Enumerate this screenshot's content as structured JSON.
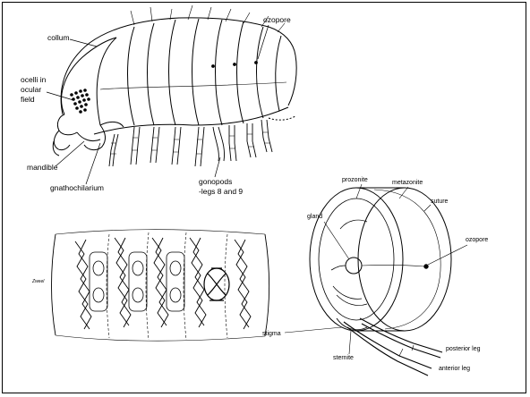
{
  "figure": {
    "top": {
      "labels": {
        "collum": "collum",
        "ocelli": [
          "ocelli in",
          "ocular",
          "field"
        ],
        "mandible": "mandible",
        "gnathochilarium": "gnathochilarium",
        "gonopods": [
          "gonopods",
          "-legs 8 and 9"
        ],
        "ozopore": "ozopore"
      }
    },
    "left": {
      "labels": {
        "side_mark": "Zweel"
      }
    },
    "right": {
      "labels": {
        "prozonite": "prozonite",
        "metazonite": "metazonite",
        "suture": "suture",
        "gland": "gland",
        "ozopore": "ozopore",
        "stigma": "stigma",
        "sternite": "sternite",
        "posterior_leg": "posterior leg",
        "anterior_leg": "anterior leg"
      }
    }
  }
}
